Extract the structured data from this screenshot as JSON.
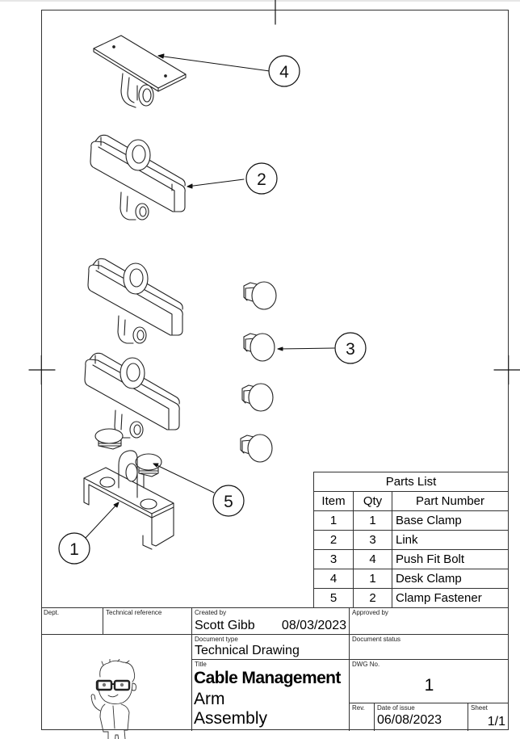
{
  "drawing": {
    "balloons": [
      {
        "item": "4",
        "part": "Desk Clamp"
      },
      {
        "item": "2",
        "part": "Link"
      },
      {
        "item": "3",
        "part": "Push Fit Bolt"
      },
      {
        "item": "5",
        "part": "Clamp Fastener"
      },
      {
        "item": "1",
        "part": "Base Clamp"
      }
    ]
  },
  "parts_list": {
    "title": "Parts List",
    "headers": {
      "item": "Item",
      "qty": "Qty",
      "part_number": "Part Number"
    },
    "rows": [
      {
        "item": "1",
        "qty": "1",
        "part_number": "Base Clamp"
      },
      {
        "item": "2",
        "qty": "3",
        "part_number": "Link"
      },
      {
        "item": "3",
        "qty": "4",
        "part_number": "Push Fit Bolt"
      },
      {
        "item": "4",
        "qty": "1",
        "part_number": "Desk Clamp"
      },
      {
        "item": "5",
        "qty": "2",
        "part_number": "Clamp Fastener"
      }
    ]
  },
  "title_block": {
    "dept_label": "Dept.",
    "dept_value": "",
    "tech_ref_label": "Technical reference",
    "tech_ref_value": "",
    "created_by_label": "Created by",
    "created_by": "Scott Gibb",
    "created_date": "08/03/2023",
    "approved_by_label": "Approved by",
    "approved_by": "",
    "doc_type_label": "Document type",
    "doc_type": "Technical Drawing",
    "doc_status_label": "Document status",
    "doc_status": "",
    "title_label": "Title",
    "title_line1": "Cable Management",
    "title_line2": "Arm",
    "title_line3": "Assembly",
    "dwg_no_label": "DWG No.",
    "dwg_no": "1",
    "rev_label": "Rev.",
    "rev": "",
    "date_of_issue_label": "Date of issue",
    "date_of_issue": "06/08/2023",
    "sheet_label": "Sheet",
    "sheet": "1/1"
  }
}
